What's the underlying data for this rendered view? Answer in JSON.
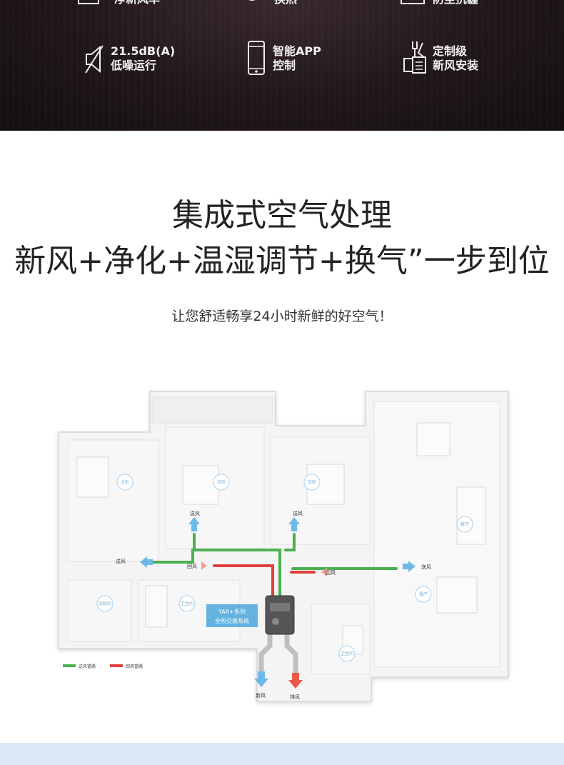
{
  "features_top": [
    {
      "icon": "air-purify-icon",
      "label": "净新风率"
    },
    {
      "icon": "heat-exchange-icon",
      "label": "换热"
    },
    {
      "icon": "antibacterial-icon",
      "label": "防尘抗霾"
    }
  ],
  "features": [
    {
      "icon": "speaker-muted-icon",
      "line1": "21.5dB(A)",
      "line2": "低噪运行"
    },
    {
      "icon": "smartphone-icon",
      "line1": "智能APP",
      "line2": "控制"
    },
    {
      "icon": "tools-icon",
      "line1": "定制级",
      "line2": "新风安装"
    }
  ],
  "headline": {
    "line1": "集成式空气处理",
    "line2": "新风+净化+温湿调节+换气”一步到位"
  },
  "subtitle": "让您舒适畅享24小时新鲜的好空气！",
  "plan": {
    "rooms": {
      "master_bedroom": "主卧",
      "second_bedroom_a": "次卧",
      "second_bedroom_b": "次卧",
      "living_room": "客厅",
      "dining_room": "餐厅",
      "laundry_room": "洗晾间",
      "bathroom_a": "卫生间",
      "bathroom_b": "卫生间"
    },
    "flow_labels": {
      "supply_1": "送风",
      "supply_2": "送风",
      "supply_3": "送风",
      "supply_4": "送风",
      "return_1": "回风",
      "return_2": "回风",
      "fresh_air": "新风",
      "exhaust": "排风"
    },
    "unit": {
      "line1": "YAR+系列",
      "line2": "全热交换系统"
    },
    "legend": {
      "supply": "送风管路",
      "return": "回风管路"
    },
    "colors": {
      "supply": "#4caf50",
      "return": "#e04040",
      "arrow_blue": "#6fb9e8",
      "arrow_red": "#e85a4a",
      "unit_label": "#4aa6dc"
    }
  }
}
